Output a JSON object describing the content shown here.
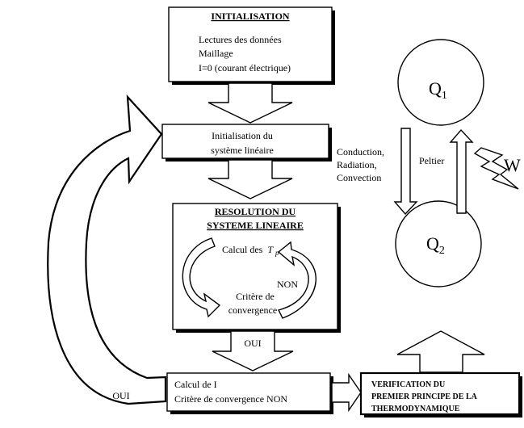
{
  "init_box": {
    "title": "INITIALISATION",
    "lines": [
      "Lectures des données",
      "Maillage",
      "I=0 (courant électrique)"
    ]
  },
  "sys_box": {
    "lines": [
      "Initialisation du",
      "système linéaire"
    ]
  },
  "res_box": {
    "title_lines": [
      "RESOLUTION DU",
      "SYSTEME LINEAIRE"
    ],
    "calc_label": "Calcul des",
    "calc_symbol": "T",
    "calc_subscript": "p",
    "crit_lines": [
      "Critère de",
      "convergence"
    ],
    "non_label": "NON"
  },
  "oui_middle": "OUI",
  "bottom_box": {
    "line1": "Calcul de I",
    "line2": "Critère de convergence NON"
  },
  "oui_left": "OUI",
  "verif_box": {
    "lines": [
      "VERIFICATION DU",
      "PREMIER PRINCIPE DE LA",
      "THERMODYNAMIQUE"
    ]
  },
  "q1": {
    "letter": "Q",
    "sub": "1"
  },
  "q2": {
    "letter": "Q",
    "sub": "2"
  },
  "transfer_lines": [
    "Conduction,",
    "Radiation,",
    "Convection"
  ],
  "peltier": "Peltier",
  "work": "W"
}
